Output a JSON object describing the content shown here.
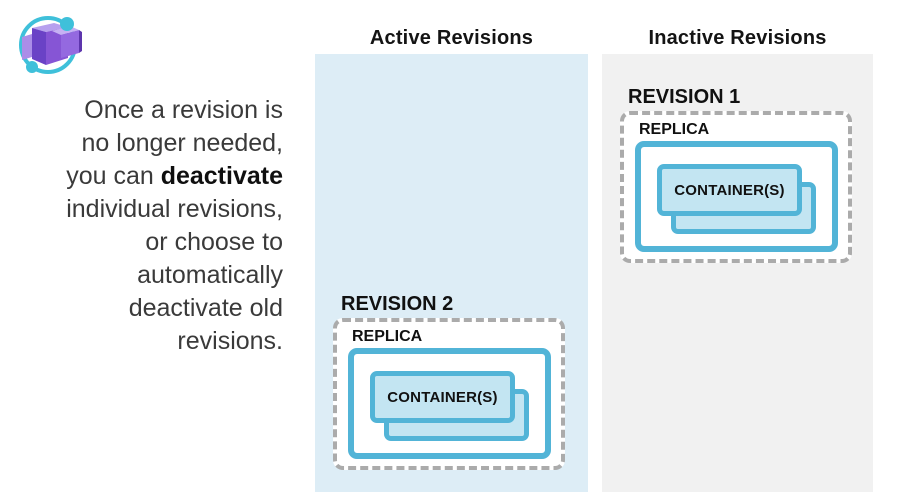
{
  "intro": {
    "lines": [
      {
        "text": "Once a revision is"
      },
      {
        "text": "no longer needed,"
      },
      {
        "pre": "you can ",
        "bold": "deactivate"
      },
      {
        "text": "individual revisions,"
      },
      {
        "text": "or choose to"
      },
      {
        "text": "automatically"
      },
      {
        "text": "deactivate old"
      },
      {
        "text": "revisions."
      }
    ]
  },
  "columns": {
    "active": {
      "title": "Active Revisions",
      "panel_color": "#ddedf6"
    },
    "inactive": {
      "title": "Inactive Revisions",
      "panel_color": "#f1f1f1"
    }
  },
  "revision2": {
    "label": "REVISION 2",
    "replica_label": "REPLICA",
    "container_label": "CONTAINER(S)",
    "column": "active"
  },
  "revision1": {
    "label": "REVISION 1",
    "replica_label": "REPLICA",
    "container_label": "CONTAINER(S)",
    "column": "inactive"
  },
  "logo": {
    "name": "azure-container-apps-logo"
  },
  "colors": {
    "accent_blue_border": "#52b4d7",
    "container_fill": "#c3e5f2",
    "active_panel": "#ddedf6",
    "inactive_panel": "#f1f1f1",
    "dash_gray": "#ababab",
    "text_dark": "#111111",
    "intro_text": "#3a3a3a",
    "logo_teal": "#3fc0da",
    "logo_purple_dark": "#6a42c6",
    "logo_purple_mid": "#9469e0",
    "logo_purple_light": "#b7a0ee"
  }
}
